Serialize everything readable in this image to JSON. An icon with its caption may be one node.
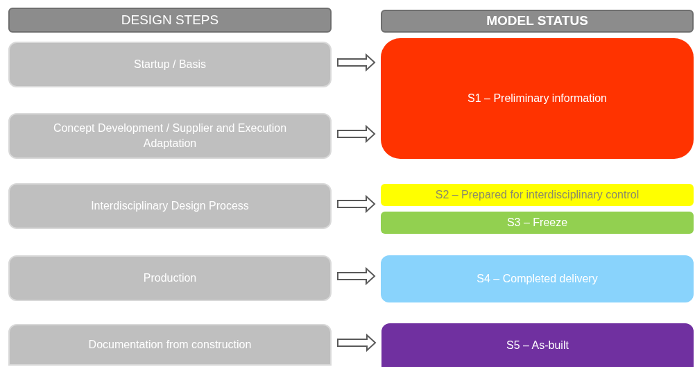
{
  "diagram": {
    "nodes": [
      {
        "text": [
          "DESIGN STEPS"
        ]
      },
      {
        "text": [
          "MODEL STATUS"
        ]
      },
      {
        "text": [
          "Startup / Basis"
        ]
      },
      {
        "text": [
          "Concept Development / Supplier and Execution Adaptation"
        ]
      },
      {
        "text": [
          "Interdisciplinary Design Process"
        ]
      },
      {
        "text": [
          "Production"
        ]
      },
      {
        "text": [
          "Documentation from construction"
        ]
      },
      {
        "text": [
          "S1 – Preliminary information"
        ]
      },
      {
        "text": [
          "S2 – Prepared for interdisciplinary control"
        ]
      },
      {
        "text": [
          "S3 – Freeze"
        ]
      },
      {
        "text": [
          "S4 – Completed delivery"
        ]
      },
      {
        "text": [
          "S5 – As-built"
        ]
      }
    ],
    "edges": [
      {
        "from": 2,
        "to": 7,
        "arrow": "to"
      },
      {
        "from": 3,
        "to": 7,
        "arrow": "to"
      },
      {
        "from": 4,
        "to": 8,
        "arrow": "to"
      },
      {
        "from": 5,
        "to": 10,
        "arrow": "to"
      },
      {
        "from": 6,
        "to": 11,
        "arrow": "to"
      }
    ]
  }
}
